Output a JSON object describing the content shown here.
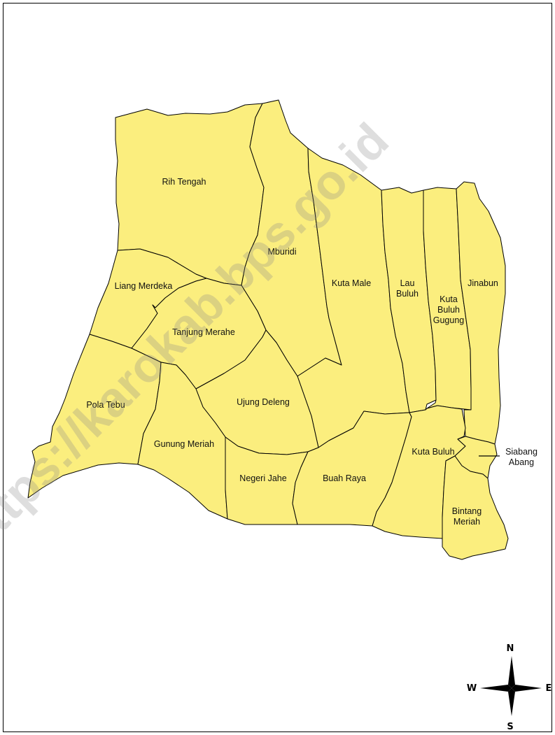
{
  "map": {
    "fill_color": "#fbee7e",
    "border_color": "#000000",
    "regions": [
      {
        "id": "rih-tengah",
        "name": "Rih Tengah"
      },
      {
        "id": "mburidi",
        "name": "Mburidi"
      },
      {
        "id": "kuta-male",
        "name": "Kuta Male"
      },
      {
        "id": "lau-buluh",
        "name": "Lau Buluh"
      },
      {
        "id": "kuta-buluh-gugung",
        "name": "Kuta Buluh Gugung"
      },
      {
        "id": "jinabun",
        "name": "Jinabun"
      },
      {
        "id": "liang-merdeka",
        "name": "Liang Merdeka"
      },
      {
        "id": "tanjung-merahe",
        "name": "Tanjung Merahe"
      },
      {
        "id": "pola-tebu",
        "name": "Pola Tebu"
      },
      {
        "id": "ujung-deleng",
        "name": "Ujung Deleng"
      },
      {
        "id": "gunung-meriah",
        "name": "Gunung Meriah"
      },
      {
        "id": "negeri-jahe",
        "name": "Negeri Jahe"
      },
      {
        "id": "buah-raya",
        "name": "Buah Raya"
      },
      {
        "id": "kuta-buluh",
        "name": "Kuta Buluh"
      },
      {
        "id": "siabang-abang",
        "name": "Siabang Abang"
      },
      {
        "id": "bintang-meriah",
        "name": "Bintang Meriah"
      }
    ]
  },
  "compass": {
    "north": "N",
    "south": "S",
    "east": "E",
    "west": "W"
  },
  "watermark": "https://karokab.bps.go.id"
}
